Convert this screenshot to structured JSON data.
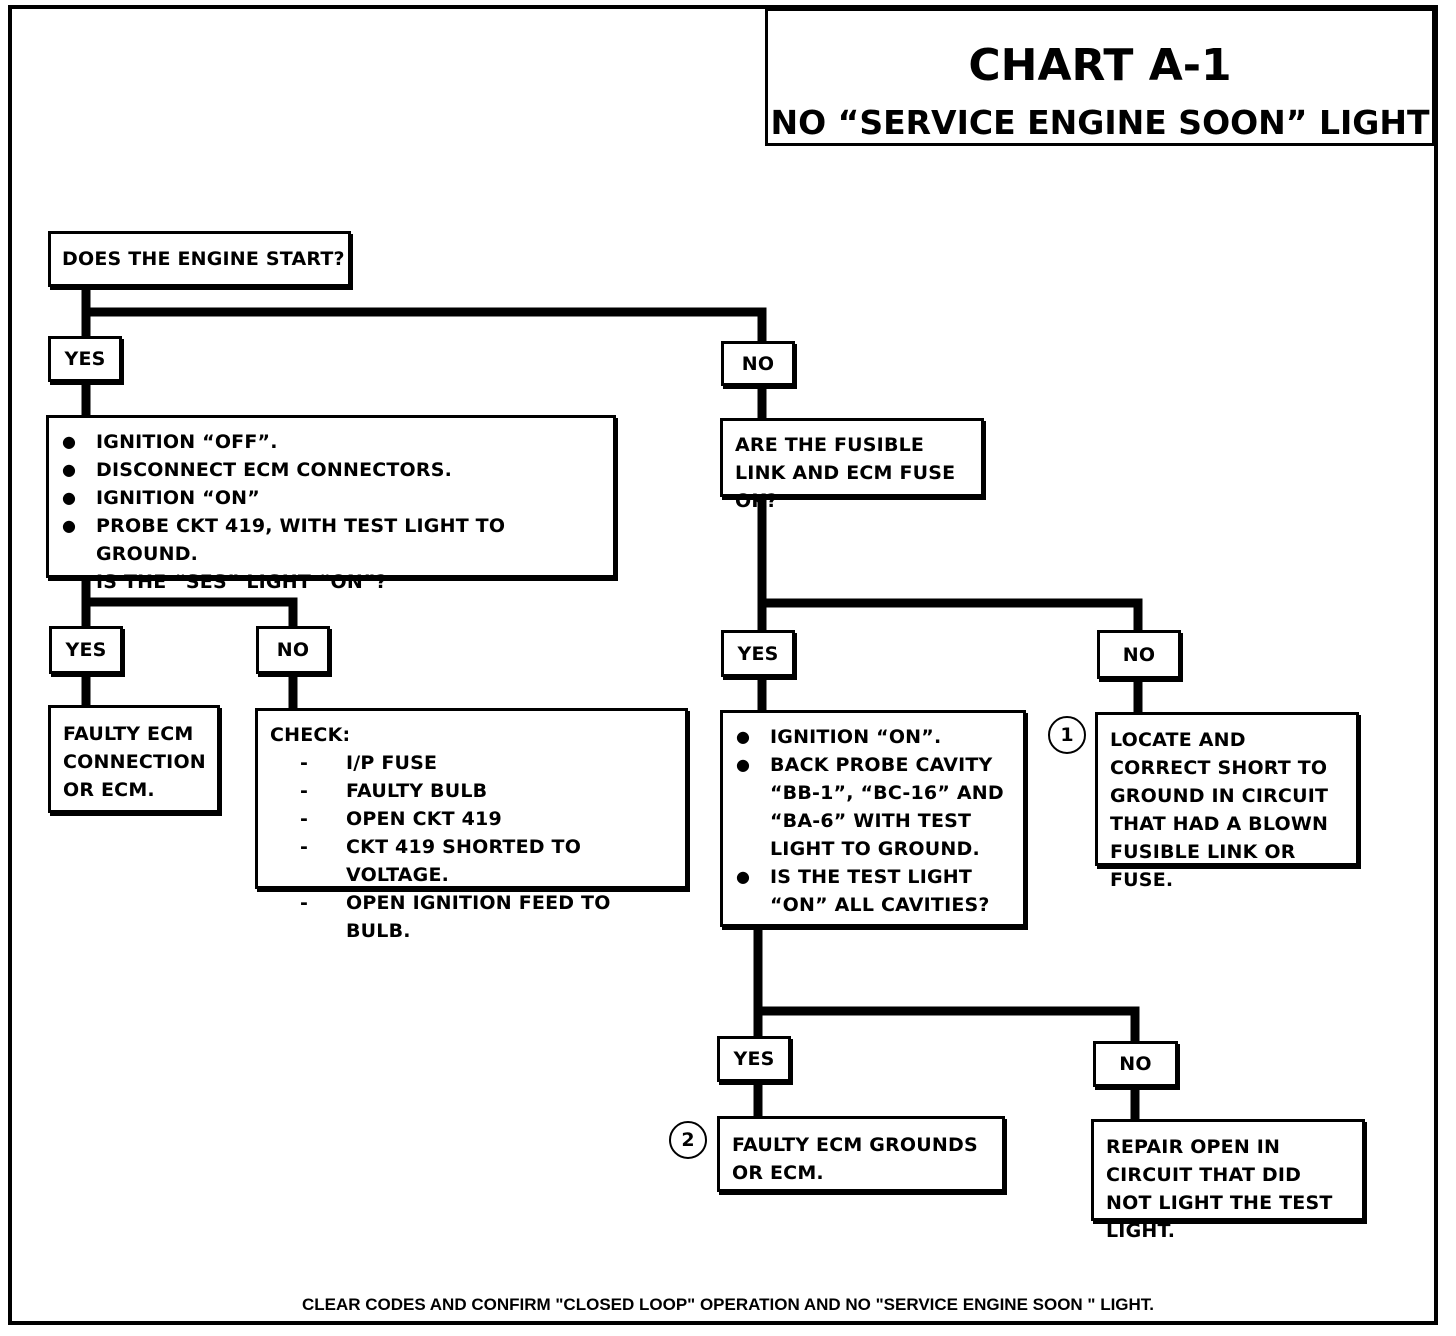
{
  "title": {
    "main": "CHART A-1",
    "sub": "NO “SERVICE ENGINE SOON” LIGHT"
  },
  "start_question": "DOES THE ENGINE START?",
  "yes_branch": {
    "label": "YES",
    "steps": [
      "IGNITION “OFF”.",
      "DISCONNECT ECM CONNECTORS.",
      "IGNITION “ON”",
      "PROBE CKT 419, WITH TEST LIGHT TO GROUND."
    ],
    "question": "IS THE “SES” LIGHT “ON”?",
    "yes_label": "YES",
    "yes_result": "FAULTY ECM CONNECTION OR ECM.",
    "no_label": "NO",
    "check_title": "CHECK:",
    "check_items": [
      "I/P FUSE",
      "FAULTY BULB",
      "OPEN CKT 419",
      "CKT 419 SHORTED TO VOLTAGE.",
      "OPEN IGNITION FEED TO BULB."
    ]
  },
  "no_branch": {
    "label": "NO",
    "question": "ARE THE FUSIBLE LINK AND ECM FUSE OK?",
    "yes_label": "YES",
    "yes_steps": [
      "IGNITION “ON”.",
      "BACK PROBE CAVITY “BB-1”, “BC-16” AND “BA-6” WITH TEST LIGHT TO GROUND.",
      "IS THE TEST LIGHT “ON” ALL CAVITIES?"
    ],
    "no_label": "NO",
    "no_note": "1",
    "no_result": "LOCATE AND CORRECT SHORT TO GROUND IN CIRCUIT THAT HAD A BLOWN FUSIBLE LINK OR FUSE.",
    "final_yes_label": "YES",
    "final_yes_note": "2",
    "final_yes_result": "FAULTY ECM GROUNDS OR ECM.",
    "final_no_label": "NO",
    "final_no_result": "REPAIR OPEN IN CIRCUIT THAT DID NOT LIGHT THE TEST LIGHT."
  },
  "footer": "CLEAR CODES AND CONFIRM \"CLOSED LOOP\" OPERATION AND NO \"SERVICE ENGINE SOON \" LIGHT."
}
